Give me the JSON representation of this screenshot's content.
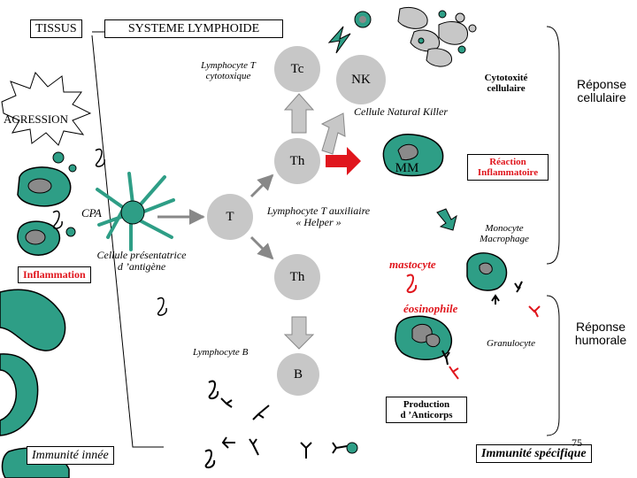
{
  "header": {
    "tissus": "TISSUS",
    "systeme": "SYSTEME LYMPHOIDE"
  },
  "left": {
    "agression": "AGRESSION",
    "cpa": "CPA",
    "inflammation": "Inflammation",
    "immunite_innee": "Immunité innée",
    "cellule_presentatrice_1": "Cellule présentatrice",
    "cellule_presentatrice_2": "d ’antigène"
  },
  "cells": {
    "t": "T",
    "th_top": "Th",
    "th_bottom": "Th",
    "tc": "Tc",
    "nk": "NK",
    "mm": "MM",
    "b": "B"
  },
  "labels": {
    "lymphocyte_t_cytotoxique_1": "Lymphocyte T",
    "lymphocyte_t_cytotoxique_2": "cytotoxique",
    "cellule_nk": "Cellule Natural Killer",
    "cytotoxicite_1": "Cytotoxité",
    "cytotoxicite_2": "cellulaire",
    "lymphocyte_t_auxiliaire_1": "Lymphocyte T auxiliaire",
    "lymphocyte_t_auxiliaire_2": "« Helper »",
    "reaction_1": "Réaction",
    "reaction_2": "Inflammatoire",
    "monocyte_1": "Monocyte",
    "monocyte_2": "Macrophage",
    "mastocyte": "mastocyte",
    "eosinophile": "éosinophile",
    "granulocyte": "Granulocyte",
    "lymphocyte_b": "Lymphocyte B",
    "production_1": "Production",
    "production_2": "d ’Anticorps",
    "immunite_specifique": "Immunité spécifique",
    "page_number": "75"
  },
  "responses": {
    "cellulaire_1": "Réponse",
    "cellulaire_2": "cellulaire",
    "humorale_1": "Réponse",
    "humorale_2": "humorale"
  },
  "colors": {
    "cell_green": "#2e9e86",
    "cell_gray": "#c7c7c7",
    "arrow_red": "#e0161d",
    "arrow_gray": "#c7c7c7",
    "nucleus_gray": "#8a8a8a",
    "label_red": "#e0161d"
  }
}
